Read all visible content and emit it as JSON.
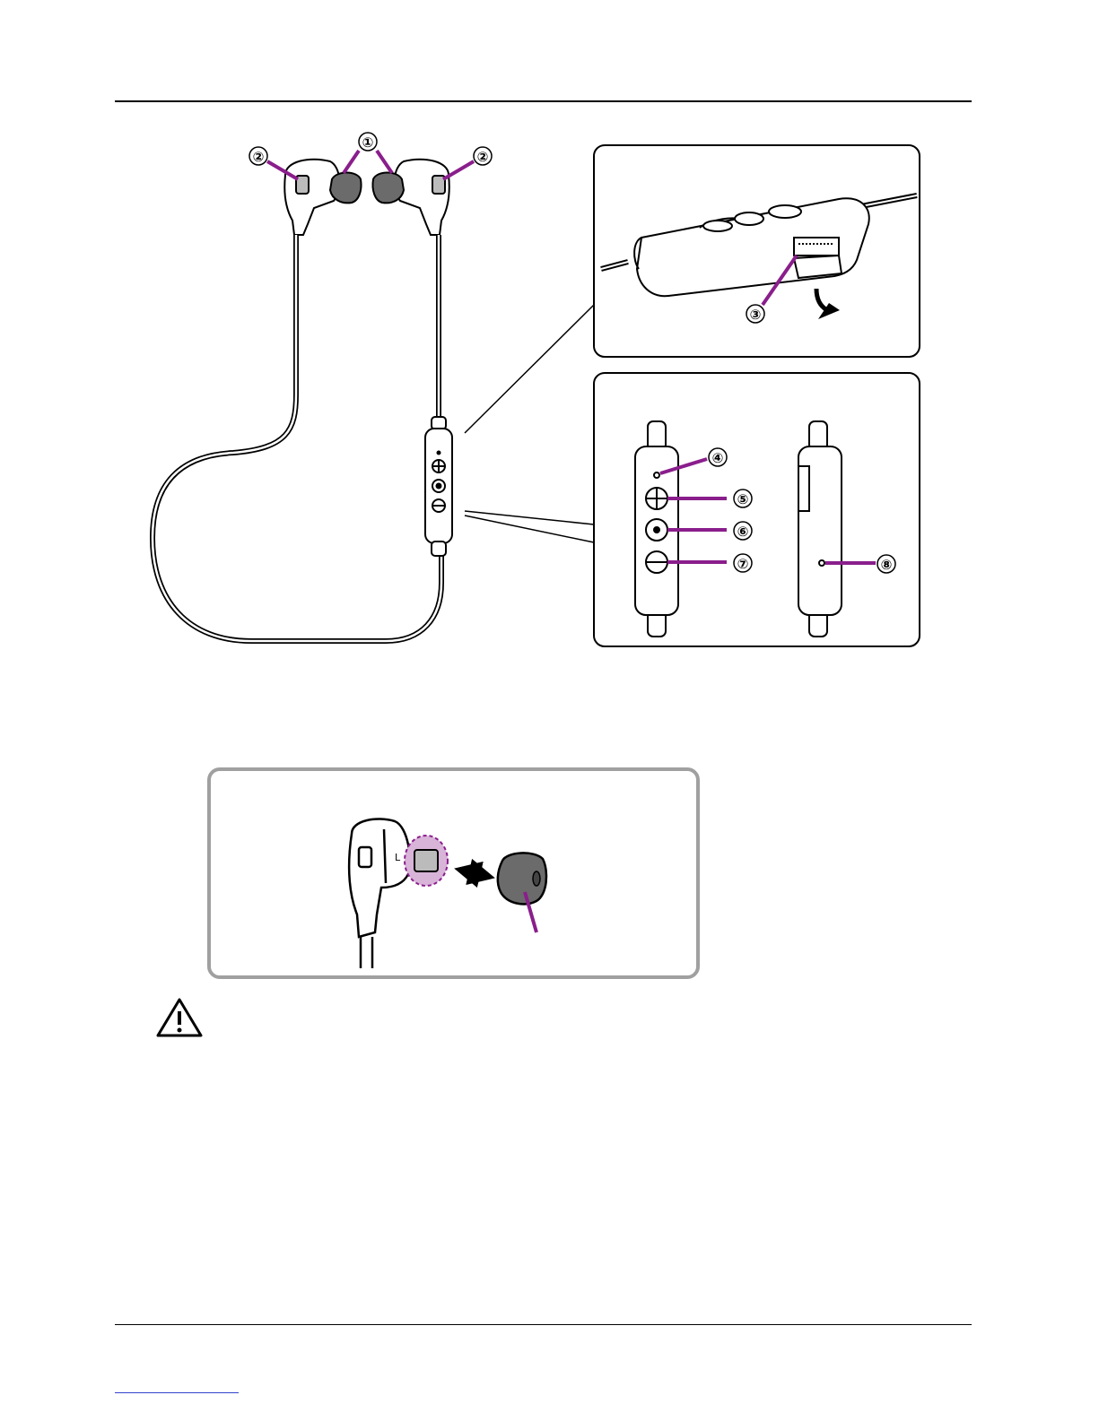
{
  "callouts": {
    "c1": "①",
    "c2_left": "②",
    "c2_right": "②",
    "c3": "③",
    "c4": "④",
    "c5": "⑤",
    "c6": "⑥",
    "c7": "⑦",
    "c8": "⑧"
  },
  "remote_symbols": {
    "plus": "⊕",
    "center": "◉",
    "minus": "⊖"
  },
  "earpiece_mark": "L",
  "icons": {
    "warning": "warning-triangle-icon",
    "swap_arrow": "double-arrow-icon"
  },
  "colors": {
    "leader": "#8a1e8c",
    "eartip": "#6b6b6b",
    "highlight": "#d8b4d8",
    "panel_border": "#a0a0a0"
  }
}
